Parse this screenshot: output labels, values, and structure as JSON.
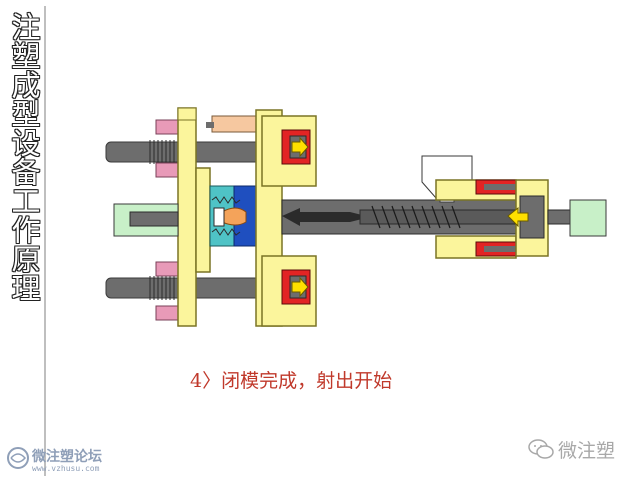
{
  "title": "注塑成型设备工作原理",
  "caption": "4〉闭模完成，射出开始",
  "watermark": {
    "forum_name": "微注塑论坛",
    "forum_url": "www.vzhusu.com",
    "wechat_name": "微注塑"
  },
  "colors": {
    "platen": "#fbf59c",
    "platen_border": "#7a7425",
    "rod": "#6d6d6d",
    "cylinder_red": "#e22424",
    "arrow_yellow": "#ffe000",
    "mold_blue": "#1f4fbf",
    "mold_cyan": "#4fc3c6",
    "motor_green": "#c8f0c8",
    "nut_pink": "#e89ab8",
    "caption_red": "#c0392b"
  },
  "diagram": {
    "stage": 4,
    "state": "mold closed, injection started"
  }
}
